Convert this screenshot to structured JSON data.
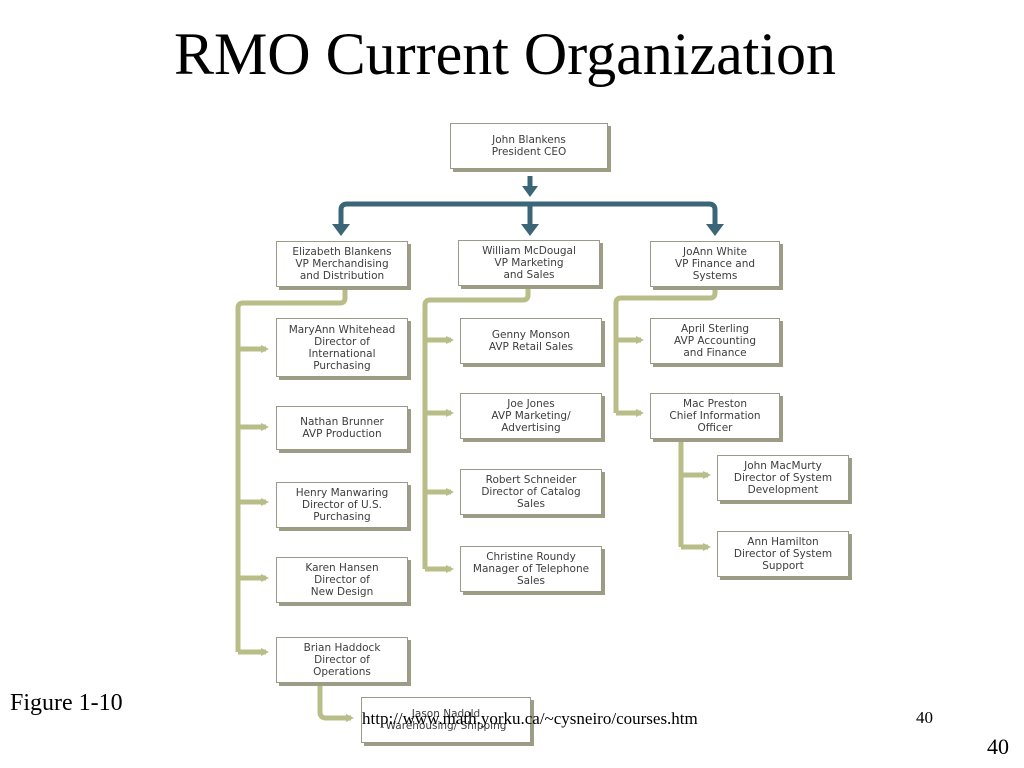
{
  "slide": {
    "title": "RMO Current Organization",
    "figure_label": "Figure 1-10",
    "url": "http://www.math.yorku.ca/~cysneiro/courses.htm",
    "page_number_small": "40",
    "page_number_large": "40"
  },
  "colors": {
    "arrow_blue": "#3b6678",
    "connector_olive": "#b9bd88",
    "box_shadow": "#9d9d86"
  },
  "org_chart": {
    "ceo": "John Blankens\nPresident CEO",
    "vp_merch": "Elizabeth Blankens\nVP Merchandising\nand Distribution",
    "vp_marketing": "William McDougal\nVP Marketing\nand Sales",
    "vp_finance": "JoAnn White\nVP Finance and\nSystems",
    "merch_reports": [
      "MaryAnn Whitehead\nDirector of\nInternational\nPurchasing",
      "Nathan Brunner\nAVP Production",
      "Henry Manwaring\nDirector of U.S.\nPurchasing",
      "Karen Hansen\nDirector of\nNew Design",
      "Brian Haddock\nDirector of\nOperations"
    ],
    "ops_report": "Jason Nadold\nWarehousing/ Shipping",
    "marketing_reports": [
      "Genny Monson\nAVP Retail Sales",
      "Joe Jones\nAVP Marketing/\nAdvertising",
      "Robert Schneider\nDirector of Catalog\nSales",
      "Christine Roundy\nManager of Telephone\nSales"
    ],
    "finance_reports": [
      "April Sterling\nAVP Accounting\nand Finance",
      "Mac Preston\nChief Information\nOfficer"
    ],
    "cio_reports": [
      "John MacMurty\nDirector of System\nDevelopment",
      "Ann Hamilton\nDirector of System\nSupport"
    ]
  }
}
